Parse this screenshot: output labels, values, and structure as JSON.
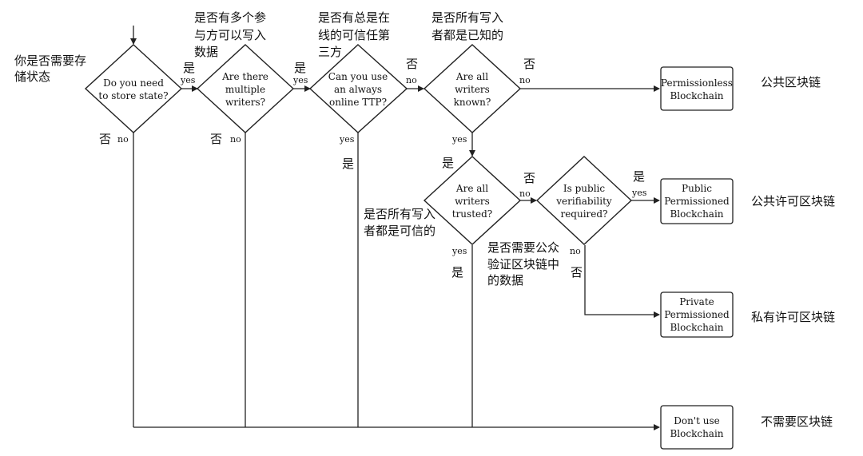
{
  "questions": {
    "q1": {
      "en": [
        "Do you need",
        "to store state?"
      ],
      "cn": [
        "你是否需要存",
        "储状态"
      ]
    },
    "q2": {
      "en": [
        "Are there",
        "multiple",
        "writers?"
      ],
      "cn": [
        "是否有多个参",
        "与方可以写入",
        "数据"
      ]
    },
    "q3": {
      "en": [
        "Can you use",
        "an always",
        "online TTP?"
      ],
      "cn": [
        "是否有总是在",
        "线的可信任第",
        "三方"
      ]
    },
    "q4": {
      "en": [
        "Are all",
        "writers",
        "known?"
      ],
      "cn": [
        "是否所有写入",
        "者都是已知的"
      ]
    },
    "q5": {
      "en": [
        "Are all",
        "writers",
        "trusted?"
      ],
      "cn": [
        "是否所有写入",
        "者都是可信的"
      ]
    },
    "q6": {
      "en": [
        "Is public",
        "verifiability",
        "required?"
      ],
      "cn": [
        "是否需要公众",
        "验证区块链中",
        "的数据"
      ]
    }
  },
  "answers": {
    "yes_en": "yes",
    "no_en": "no",
    "yes_cn": "是",
    "no_cn": "否"
  },
  "results": {
    "r1": {
      "en": [
        "Permissionless",
        "Blockchain"
      ],
      "cn": "公共区块链"
    },
    "r2": {
      "en": [
        "Public",
        "Permissioned",
        "Blockchain"
      ],
      "cn": "公共许可区块链"
    },
    "r3": {
      "en": [
        "Private",
        "Permissioned",
        "Blockchain"
      ],
      "cn": "私有许可区块链"
    },
    "r4": {
      "en": [
        "Don't use",
        "Blockchain"
      ],
      "cn": "不需要区块链"
    }
  }
}
